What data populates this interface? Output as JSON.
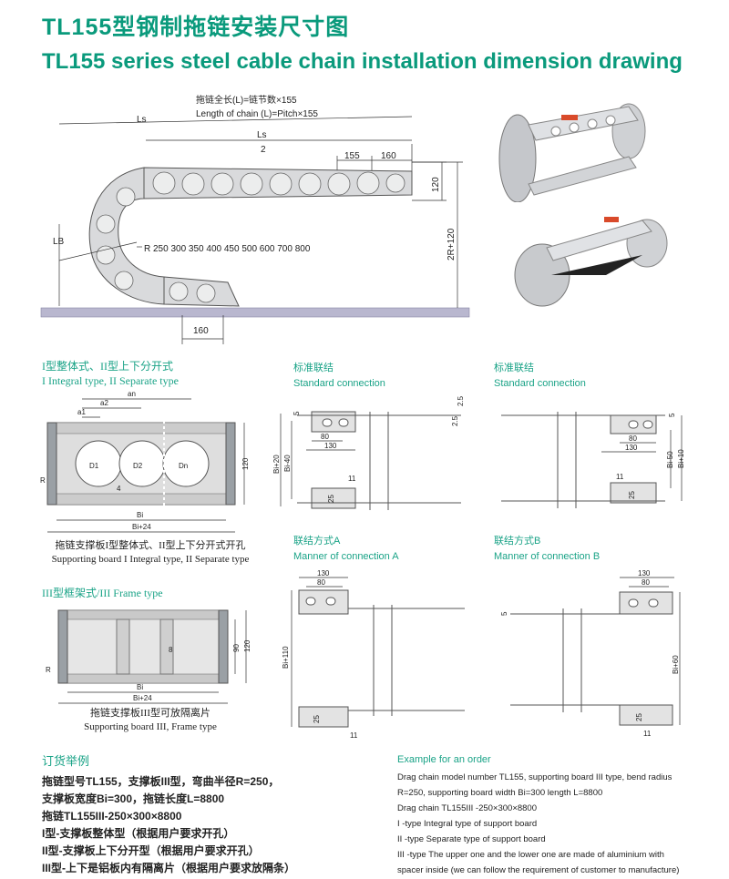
{
  "title_cn": "TL155型钢制拖链安装尺寸图",
  "title_en": "TL155 series steel cable chain installation dimension drawing",
  "main_drawing": {
    "formula_cn": "拖链全长(L)=链节数×155",
    "formula_en": "Length of chain (L)=Pitch×155",
    "ls": "Ls",
    "ls_half_top": "Ls",
    "ls_half_bottom": "2",
    "lb": "LB",
    "pitch_155": "155",
    "pitch_160": "160",
    "height_120": "120",
    "height_2r": "2R+120",
    "radius_list": "R 250  300  350  400  450  500  600  700  800",
    "bottom_160": "160"
  },
  "type12": {
    "head_cn": "I型整体式、II型上下分开式",
    "head_en": "I Integral type, II Separate type",
    "an": "an",
    "a2": "a2",
    "a1": "a1",
    "d1": "D1",
    "d2": "D2",
    "dn": "Dn",
    "four": "4",
    "r": "R",
    "h120": "120",
    "bi": "Bi",
    "bi24": "Bi+24",
    "caption_cn": "拖链支撑板I型整体式、II型上下分开式开孔",
    "caption_en": "Supporting board I Integral type, II Separate type"
  },
  "type3": {
    "head": "III型框架式/III Frame type",
    "r": "R",
    "eight": "8",
    "h90": "90",
    "h120": "120",
    "bi": "Bi",
    "bi24": "Bi+24",
    "caption_cn": "拖链支撑板III型可放隔离片",
    "caption_en": "Supporting board III, Frame type"
  },
  "std1": {
    "head_cn": "标准联结",
    "head_en": "Standard connection",
    "d5": "5",
    "d25a": "2.5",
    "d25b": "2.5",
    "d80": "80",
    "d130": "130",
    "bi20": "Bi+20",
    "bi40": "Bi-40",
    "d11": "11",
    "d25": "25"
  },
  "std2": {
    "head_cn": "标准联结",
    "head_en": "Standard connection",
    "d5": "5",
    "d80": "80",
    "d130": "130",
    "bi50": "Bi-50",
    "bi10": "Bi+10",
    "d11": "11",
    "d25": "25"
  },
  "conn_a": {
    "head_cn": "联结方式A",
    "head_en": "Manner of connection A",
    "d130": "130",
    "d80": "80",
    "bi110": "Bi+110",
    "d25": "25",
    "d11": "11"
  },
  "conn_b": {
    "head_cn": "联结方式B",
    "head_en": "Manner of connection B",
    "d130": "130",
    "d80": "80",
    "d5": "5",
    "bi60": "Bi+60",
    "d25": "25",
    "d11": "11"
  },
  "order_cn": {
    "head": "订货举例",
    "lines": [
      "拖链型号TL155，支撑板III型，弯曲半径R=250，",
      "支撑板宽度Bi=300，拖链长度L=8800",
      "拖链TL155III-250×300×8800",
      "I型-支撑板整体型（根据用户要求开孔）",
      "II型-支撑板上下分开型（根据用户要求开孔）",
      "III型-上下是铝板内有隔离片（根据用户要求放隔条）"
    ]
  },
  "order_en": {
    "head": "Example for an order",
    "lines": [
      "Drag chain model number TL155, supporting board III type, bend radius",
      "R=250, supporting board width Bi=300 length L=8800",
      "Drag chain TL155III -250×300×8800",
      "I -type Integral type of support board",
      "II -type Separate type of support board",
      "III -type The upper one and the lower one are made of aluminium with",
      "spacer inside  (we can follow the requirement of customer to manufacture)"
    ]
  }
}
